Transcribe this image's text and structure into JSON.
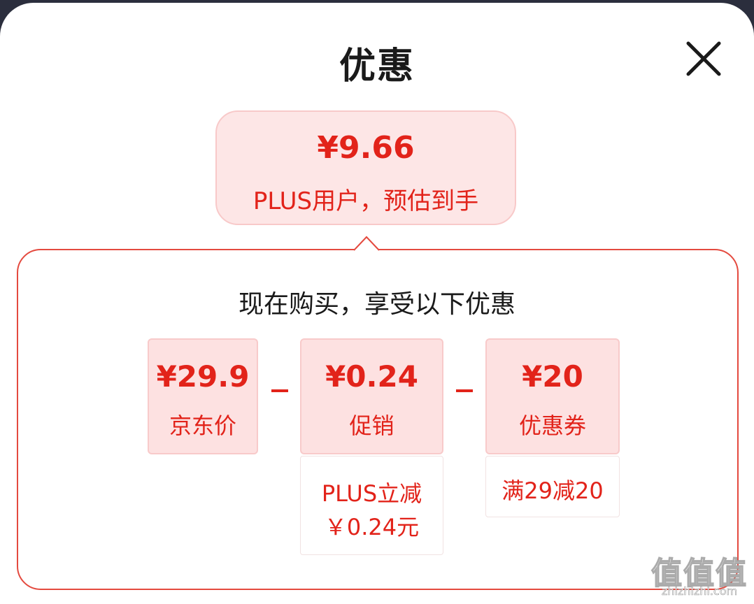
{
  "title": "优惠",
  "summary": {
    "price": "¥9.66",
    "caption": "PLUS用户，预估到手"
  },
  "breakdown": {
    "headline": "现在购买，享受以下优惠",
    "items": [
      {
        "amount": "¥29.9",
        "label": "京东价"
      },
      {
        "amount": "¥0.24",
        "label": "促销",
        "detail_line1": "PLUS立减",
        "detail_line2": "￥0.24元"
      },
      {
        "amount": "¥20",
        "label": "优惠券",
        "detail_line1": "满29减20"
      }
    ]
  },
  "watermark": {
    "logo_text": "值值值",
    "url": "zhizhizhi.com"
  },
  "colors": {
    "accent": "#e2231a",
    "box_fill": "#fde1e1",
    "panel_border": "#e44a3f"
  },
  "icons": {
    "close": "close-icon"
  }
}
